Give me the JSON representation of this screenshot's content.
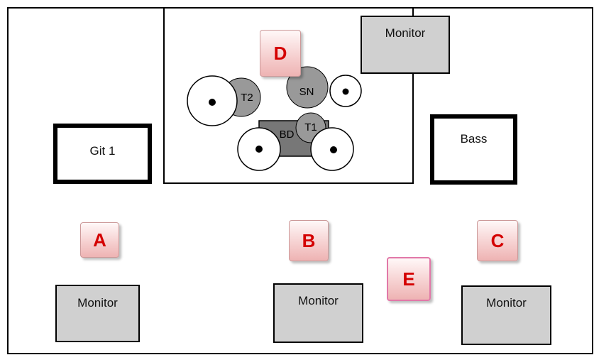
{
  "monitors": [
    {
      "label": "Monitor"
    },
    {
      "label": "Monitor"
    },
    {
      "label": "Monitor"
    },
    {
      "label": "Monitor"
    }
  ],
  "amps": {
    "guitar": "Git 1",
    "bass": "Bass"
  },
  "drum_kit": {
    "tom2": "T2",
    "snare": "SN",
    "bass_drum": "BD",
    "tom1": "T1"
  },
  "markers": {
    "a": "A",
    "b": "B",
    "c": "C",
    "d": "D",
    "e": "E"
  },
  "colors": {
    "monitor_fill": "#d0d0d0",
    "drum_fill": "#999999",
    "bass_drum_fill": "#777777",
    "marker_text": "#d40000",
    "marker_e_border": "#e178a8"
  }
}
